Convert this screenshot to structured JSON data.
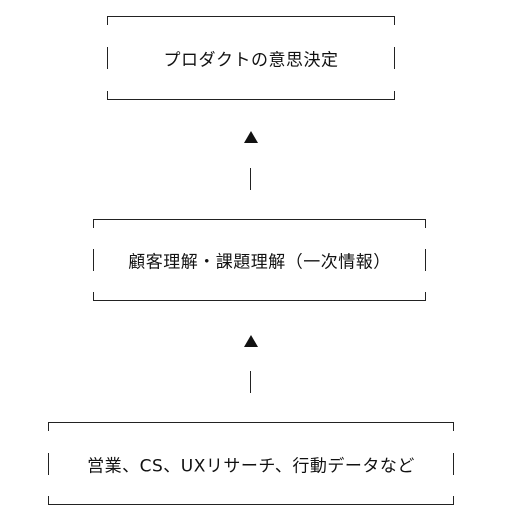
{
  "diagram": {
    "boxes": [
      {
        "label": "プロダクトの意思決定"
      },
      {
        "label": "顧客理解・課題理解（一次情報）"
      },
      {
        "label": "営業、CS、UXリサーチ、行動データなど"
      }
    ]
  }
}
